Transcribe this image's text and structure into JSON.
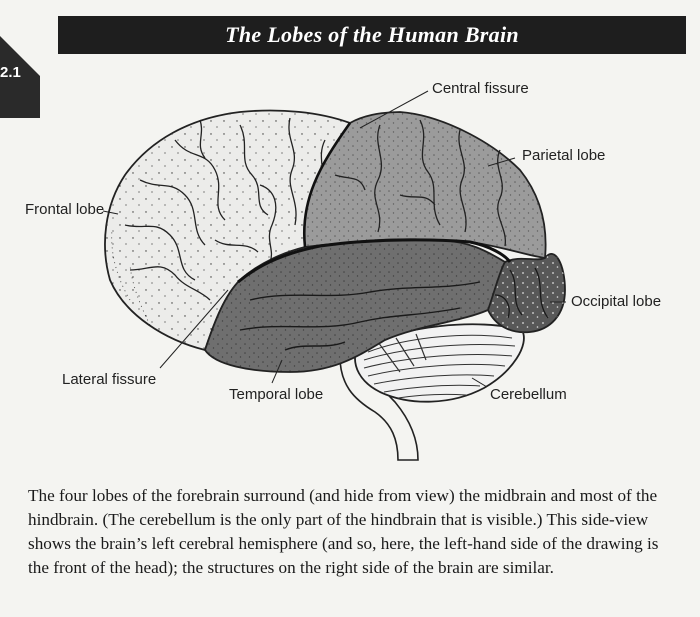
{
  "figure": {
    "title": "The Lobes of the Human Brain",
    "number_badge": "2.1"
  },
  "labels": {
    "central_fissure": "Central fissure",
    "parietal_lobe": "Parietal lobe",
    "frontal_lobe": "Frontal lobe",
    "occipital_lobe": "Occipital lobe",
    "lateral_fissure": "Lateral fissure",
    "temporal_lobe": "Temporal lobe",
    "cerebellum": "Cerebellum"
  },
  "caption": "The four lobes of the forebrain surround (and hide from view) the midbrain and most of the hindbrain. (The cerebellum is the only part of the hindbrain that is visible.) This side-view shows the brain’s left cerebral hemisphere (and so, here, the left-hand side of the drawing is the front of the head); the structures on the right side of the brain are similar.",
  "colors": {
    "frontal": "#ececea",
    "parietal": "#9b9b9b",
    "temporal": "#6f6f6f",
    "occipital": "#585858",
    "cerebellum": "#f2f2f2",
    "title_bg": "#1e1e1e"
  }
}
